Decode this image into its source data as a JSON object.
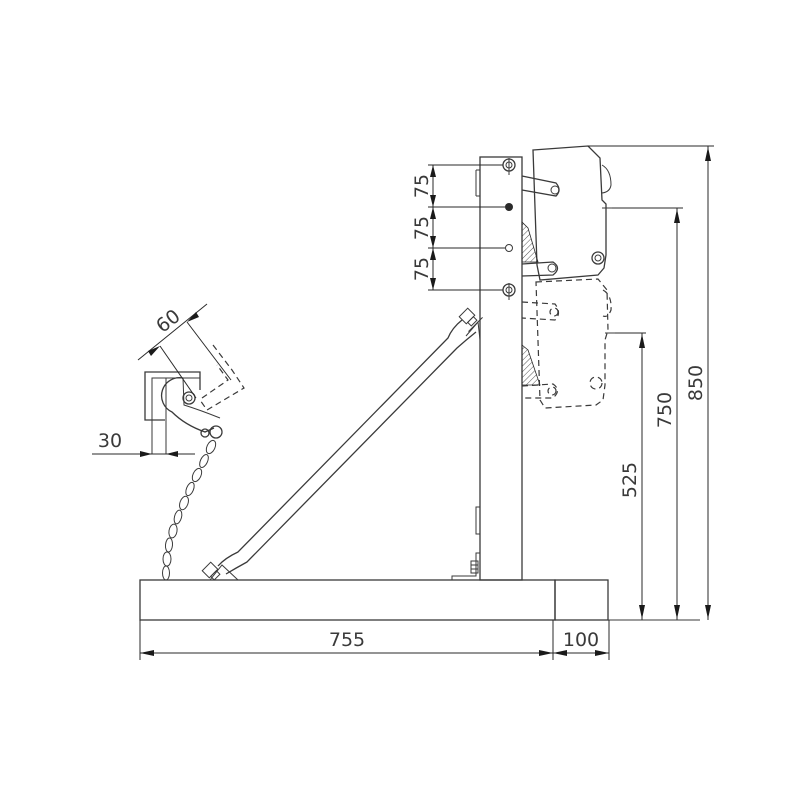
{
  "drawing": {
    "type": "technical-side-view",
    "subject": "drum lifter attachment",
    "line_color": "#3a3a3a",
    "background": "#ffffff"
  },
  "dimensions": {
    "base_length": "755",
    "extension_length": "100",
    "height_overall": "850",
    "height_upper_jaw": "750",
    "height_lower_jaw": "525",
    "pitch_1": "75",
    "pitch_2": "75",
    "pitch_3": "75",
    "clamp_offset": "60",
    "clamp_width": "30"
  }
}
